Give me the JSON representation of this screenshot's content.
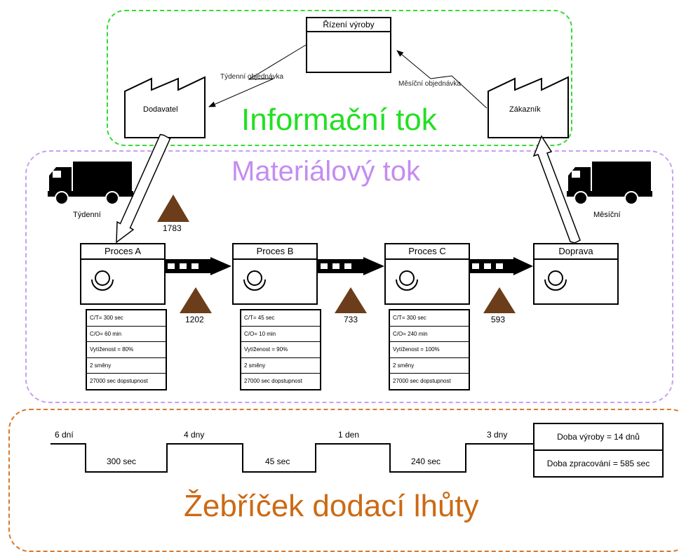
{
  "info_flow": {
    "title": "Informační tok",
    "production_control": "Řízení výroby",
    "supplier": "Dodavatel",
    "customer": "Zákazník",
    "weekly_order": "Týdenní objednávka",
    "monthly_order": "Měsíční objednávka"
  },
  "material_flow": {
    "title": "Materiálový tok",
    "supplier_truck_label": "Týdenní",
    "customer_truck_label": "Měsíční",
    "inventory": [
      "1783",
      "1202",
      "733",
      "593"
    ],
    "processes": [
      {
        "name": "Proces A",
        "data": [
          "C/T= 300 sec",
          "C/O= 60 min",
          "Vytíženost = 80%",
          "2 směny",
          "27000 sec dopstupnost"
        ]
      },
      {
        "name": "Proces B",
        "data": [
          "C/T= 45 sec",
          "C/O= 10 min",
          "Vytíženost = 90%",
          "2 směny",
          "27000 sec dopstupnost"
        ]
      },
      {
        "name": "Proces C",
        "data": [
          "C/T= 300 sec",
          "C/O= 240 min",
          "Vytíženost = 100%",
          "2 směny",
          "27000 sec dopstupnost"
        ]
      },
      {
        "name": "Doprava"
      }
    ]
  },
  "lead_time": {
    "title": "Žebříček dodací lhůty",
    "waits": [
      "6 dní",
      "4 dny",
      "1 den",
      "3 dny"
    ],
    "processing": [
      "300 sec",
      "45 sec",
      "240 sec"
    ],
    "production_lead_time": "Doba výroby = 14 dnů",
    "processing_time": "Doba zpracování = 585 sec"
  },
  "colors": {
    "info": "#22e022",
    "material": "#c48cf0",
    "lead_time": "#cc6a14",
    "inventory": "#6b3d1a"
  }
}
